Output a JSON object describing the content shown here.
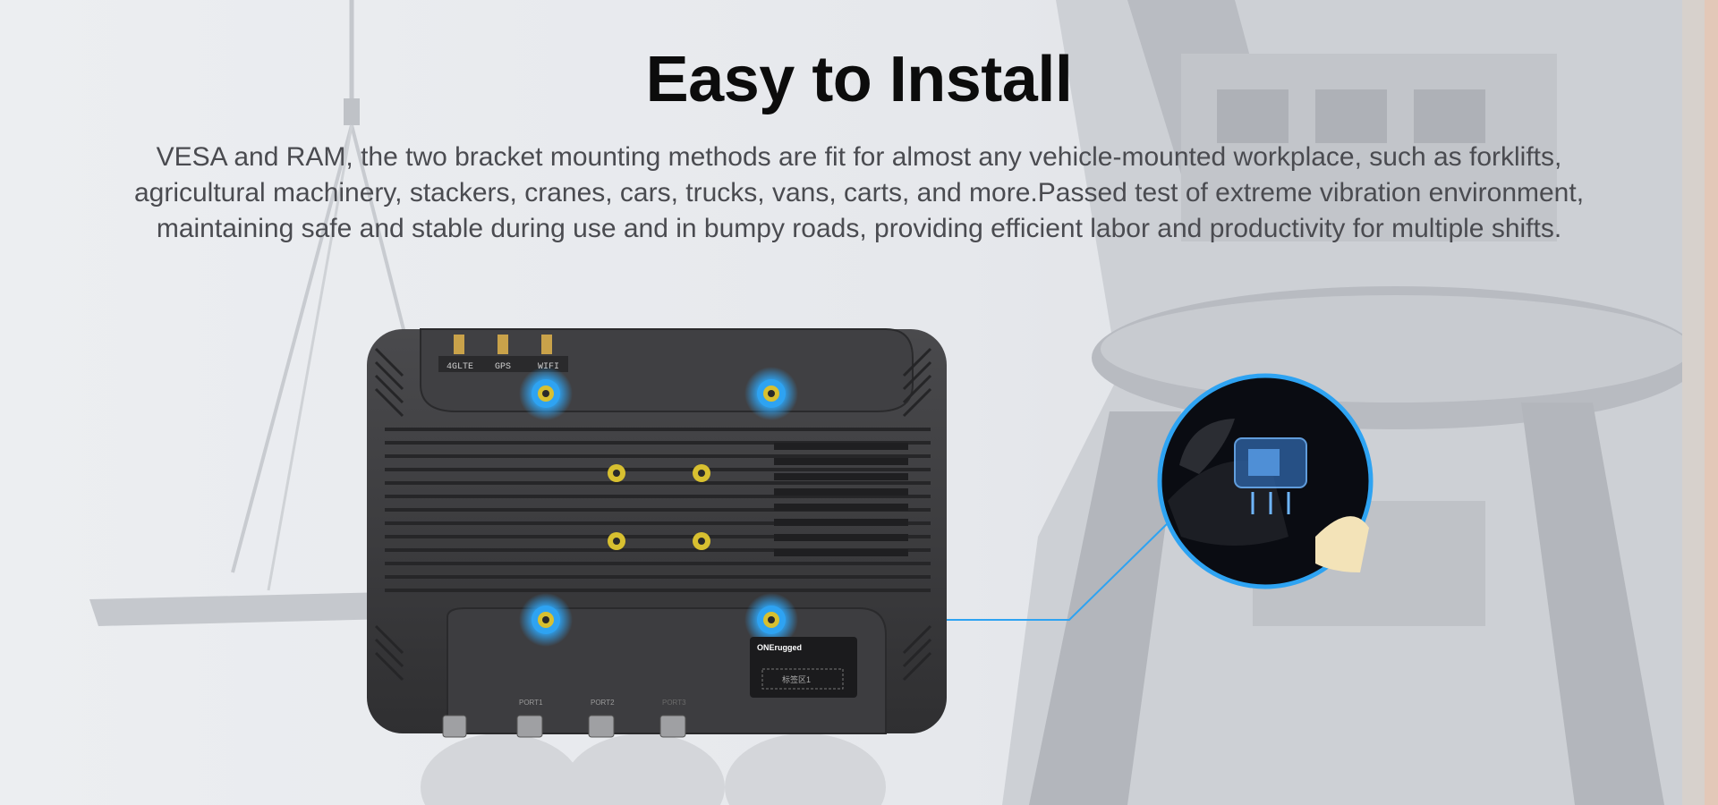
{
  "title": "Easy to Install",
  "description": "VESA and RAM, the two bracket mounting methods are fit for almost any vehicle-mounted workplace, such as forklifts, agricultural machinery, stackers, cranes, cars, trucks, vans, carts, and more.Passed test of extreme vibration environment, maintaining safe and stable during use and in bumpy roads, providing efficient labor and productivity for multiple shifts.",
  "device": {
    "antenna_labels": [
      "4GLTE",
      "GPS",
      "WIFI"
    ],
    "port_labels": [
      "PORT1",
      "PORT2",
      "PORT3"
    ],
    "brand": "ONErugged",
    "sticker_text": "标签区1"
  },
  "colors": {
    "title": "#0c0c0c",
    "description": "#4a4b50",
    "highlight_blue": "#2ea3f2",
    "screw_yellow": "#d8c030",
    "device_body": "#3a3a3c"
  }
}
